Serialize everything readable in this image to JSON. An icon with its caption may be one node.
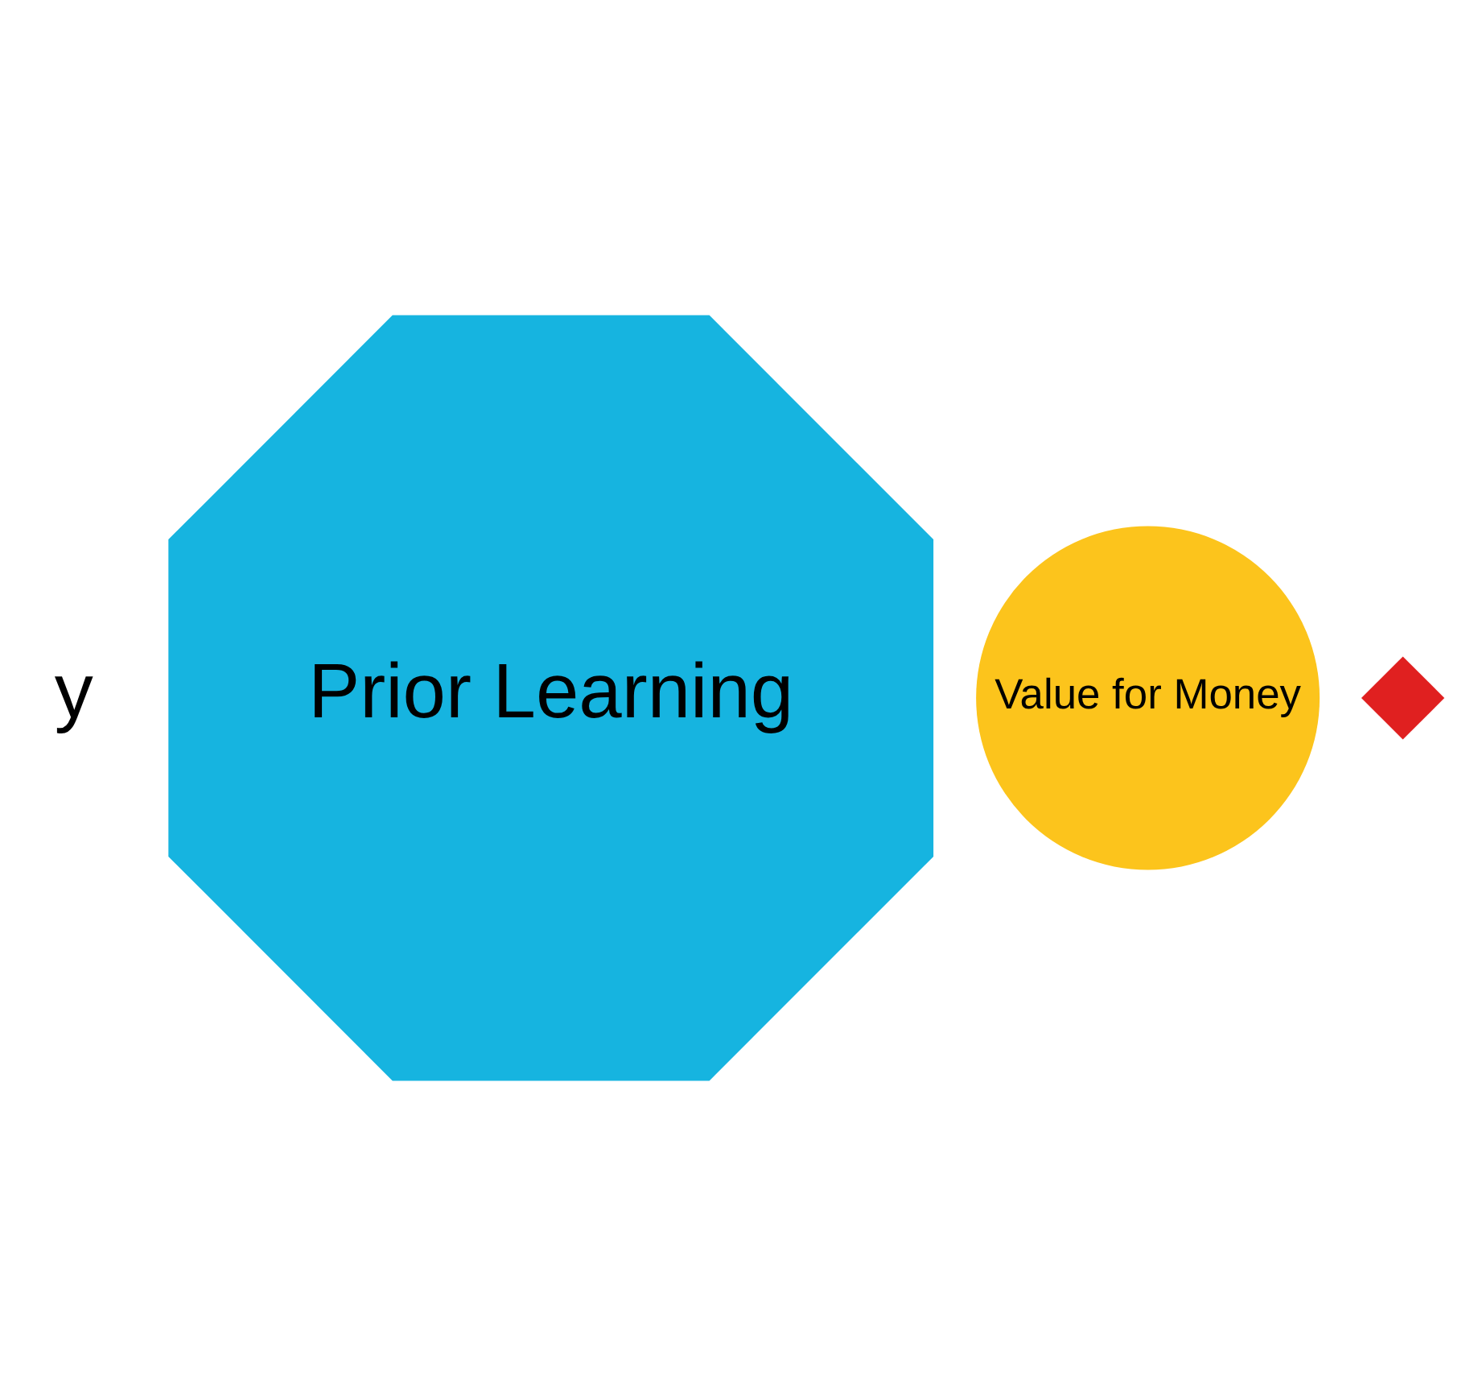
{
  "diagram": {
    "nodes": [
      {
        "text": [
          "Prior Learning"
        ]
      },
      {
        "text": [
          "Value for Money"
        ]
      },
      {
        "text": [],
        "shape": "diamond"
      }
    ],
    "labels": [
      "y"
    ]
  }
}
